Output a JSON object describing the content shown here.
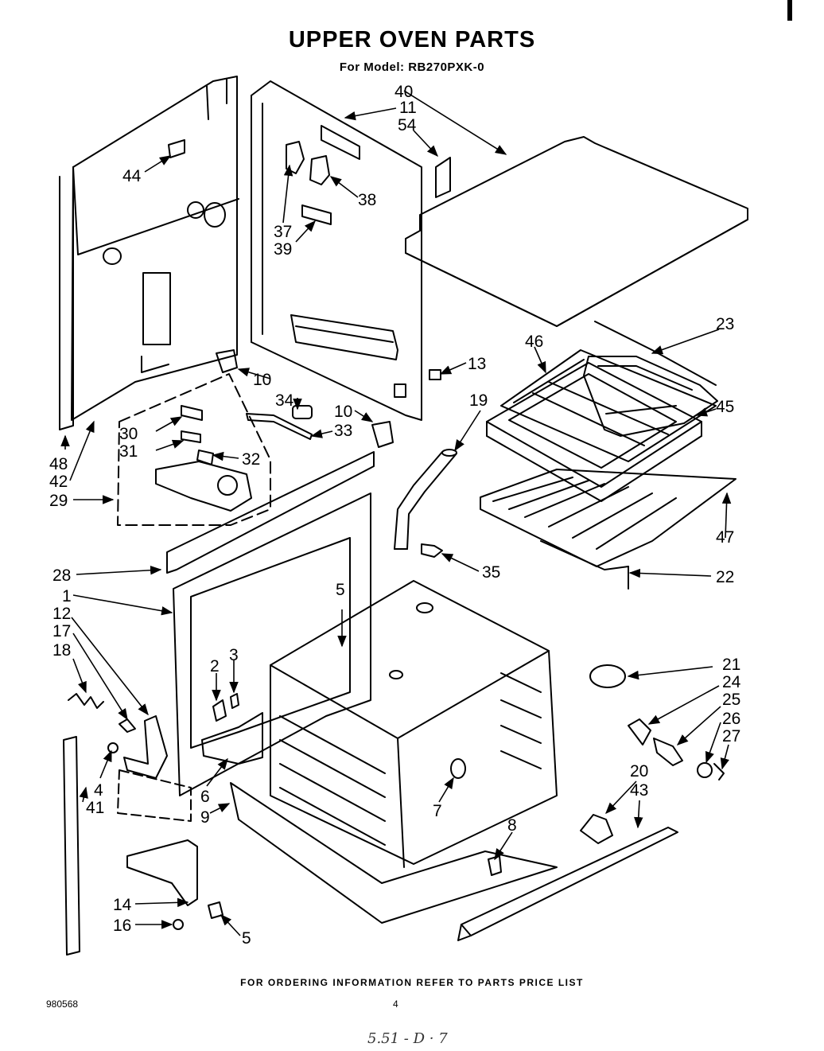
{
  "title": "UPPER OVEN PARTS",
  "subtitle": "For Model: RB270PXK-0",
  "footer": "FOR ORDERING INFORMATION REFER TO PARTS PRICE LIST",
  "doc_number": "980568",
  "page_number": "4",
  "handwritten_note": "5.51 - D · 7",
  "part_labels": {
    "p1": "1",
    "p2": "2",
    "p3": "3",
    "p4": "4",
    "p5a": "5",
    "p5b": "5",
    "p6": "6",
    "p7": "7",
    "p8": "8",
    "p9": "9",
    "p10a": "10",
    "p10b": "10",
    "p11": "11",
    "p12": "12",
    "p13": "13",
    "p14": "14",
    "p16": "16",
    "p17": "17",
    "p18": "18",
    "p19": "19",
    "p20": "20",
    "p21": "21",
    "p22": "22",
    "p23": "23",
    "p24": "24",
    "p25": "25",
    "p26": "26",
    "p27": "27",
    "p28": "28",
    "p29": "29",
    "p30": "30",
    "p31": "31",
    "p32": "32",
    "p33": "33",
    "p34": "34",
    "p35": "35",
    "p37": "37",
    "p38": "38",
    "p39": "39",
    "p40": "40",
    "p41": "41",
    "p42": "42",
    "p43": "43",
    "p44": "44",
    "p45": "45",
    "p46": "46",
    "p47": "47",
    "p48": "48",
    "p54": "54"
  }
}
